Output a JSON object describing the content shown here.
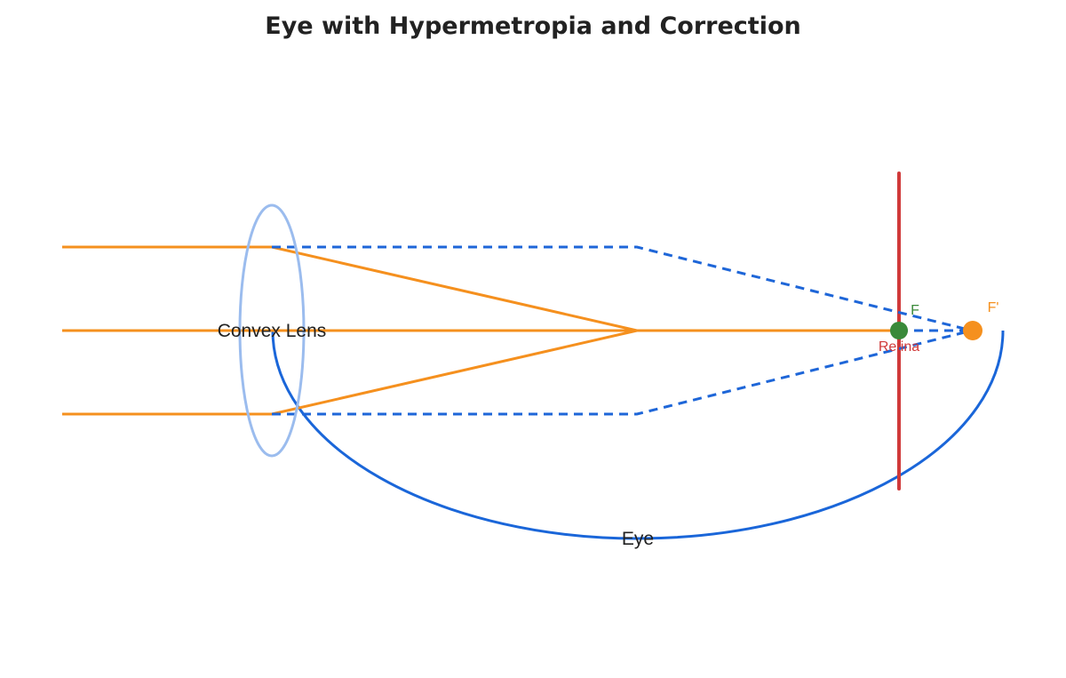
{
  "title": "Eye with Hypermetropia and Correction",
  "labels": {
    "lens": "Convex Lens",
    "eye": "Eye",
    "retina": "Retina",
    "focus_f": "F",
    "focus_f_prime": "F'"
  },
  "colors": {
    "ray": "#f5901e",
    "dashed_ray": "#1e66d8",
    "lens": "#9bbcee",
    "eye": "#1a66d9",
    "retina": "#d03a3a",
    "focus_f": "#3a8a3a",
    "focus_f_prime": "#f5901e",
    "title": "#222222"
  }
}
